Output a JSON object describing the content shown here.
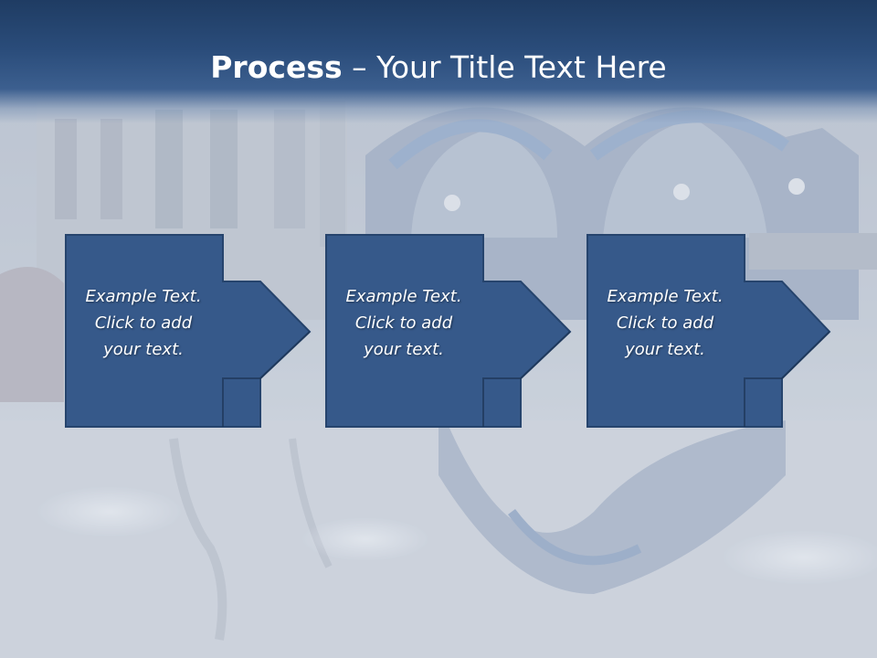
{
  "title": {
    "bold": "Process",
    "rest": " – Your Title Text Here"
  },
  "colors": {
    "title_bar": "#2a4c7a",
    "box_fill": "#36598a",
    "box_border": "#26446d",
    "text": "#ffffff",
    "background": "#c9d0da"
  },
  "steps": [
    {
      "line1": "Example Text.",
      "line2": "Click  to add",
      "line3": "your text."
    },
    {
      "line1": "Example Text.",
      "line2": "Click  to add",
      "line3": "your text."
    },
    {
      "line1": "Example Text.",
      "line2": "Click  to add",
      "line3": "your text."
    }
  ]
}
